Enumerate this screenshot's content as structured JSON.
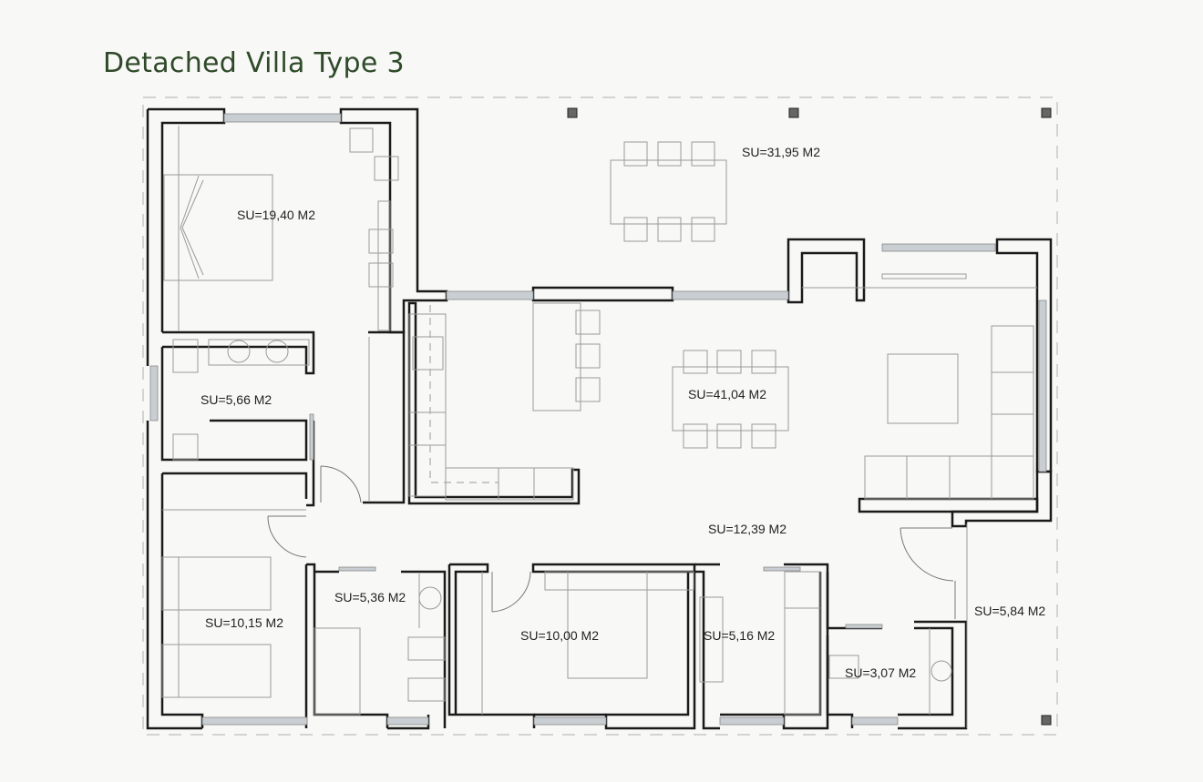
{
  "title": "Detached Villa Type 3",
  "colors": {
    "title": "#2f4a2a",
    "wall": "#1a1a1a",
    "background": "#f8f8f6"
  },
  "rooms": [
    {
      "id": "master-bedroom",
      "label": "SU=19,40 M2"
    },
    {
      "id": "terrace",
      "label": "SU=31,95 M2"
    },
    {
      "id": "ensuite-bathroom",
      "label": "SU=5,66 M2"
    },
    {
      "id": "living-kitchen-dining",
      "label": "SU=41,04 M2"
    },
    {
      "id": "hallway",
      "label": "SU=12,39 M2"
    },
    {
      "id": "bedroom-2",
      "label": "SU=10,15 M2"
    },
    {
      "id": "bathroom-2",
      "label": "SU=5,36 M2"
    },
    {
      "id": "bedroom-3",
      "label": "SU=10,00 M2"
    },
    {
      "id": "utility-room",
      "label": "SU=5,16 M2"
    },
    {
      "id": "porch",
      "label": "SU=5,84 M2"
    },
    {
      "id": "toilet",
      "label": "SU=3,07 M2"
    }
  ]
}
